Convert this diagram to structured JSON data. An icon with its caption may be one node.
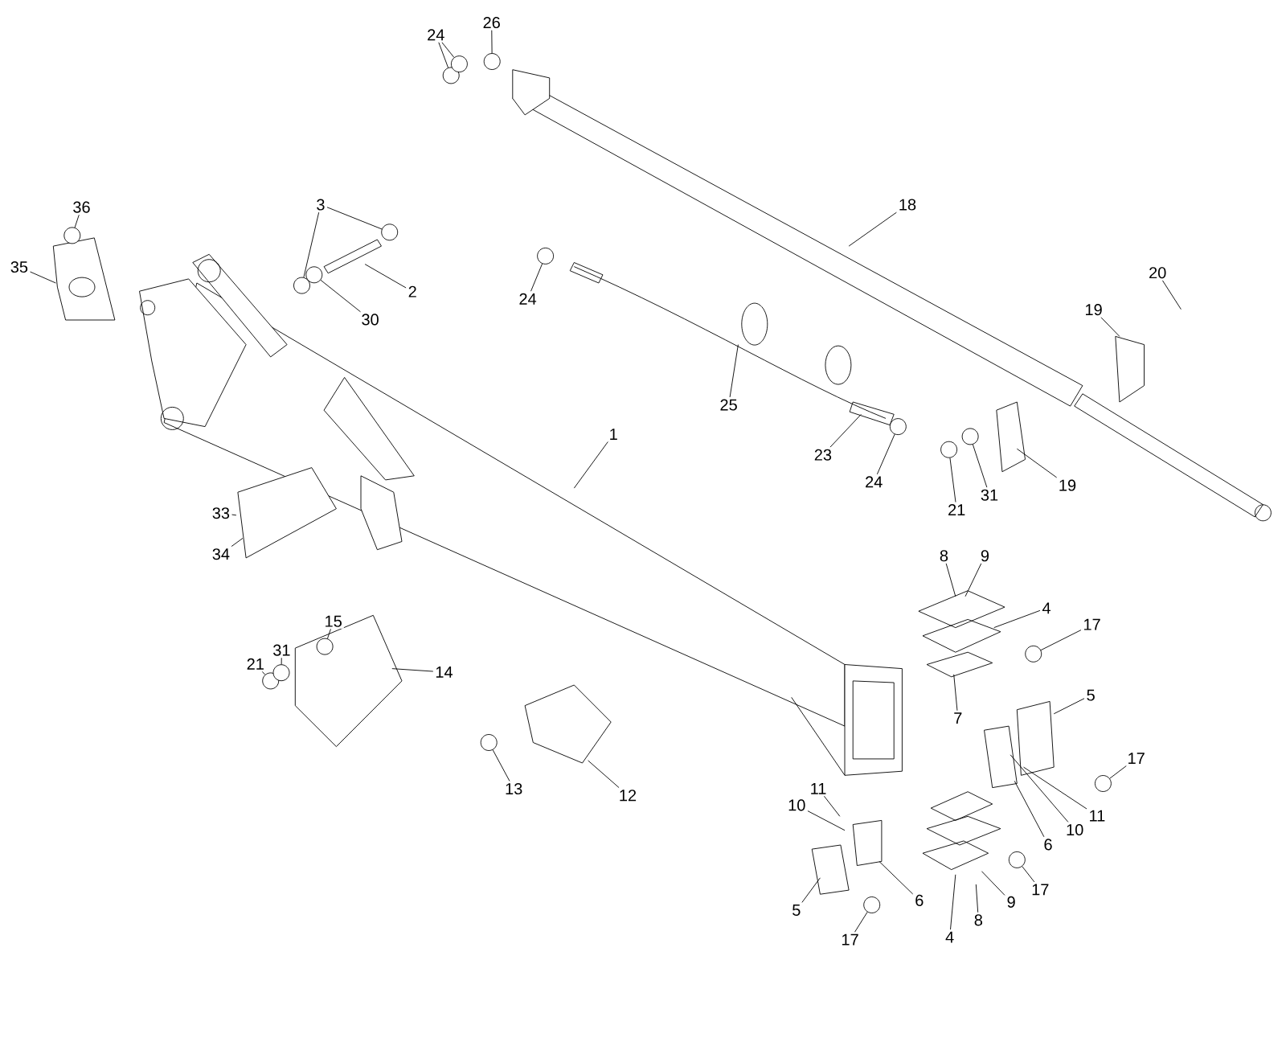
{
  "diagram": {
    "nodes": [
      {
        "text": [
          "26"
        ]
      },
      {
        "text": [
          "24"
        ]
      },
      {
        "text": [
          "36"
        ]
      },
      {
        "text": [
          "35"
        ]
      },
      {
        "text": [
          "3"
        ]
      },
      {
        "text": [
          "2"
        ]
      },
      {
        "text": [
          "30"
        ]
      },
      {
        "text": [
          "24"
        ]
      },
      {
        "text": [
          "18"
        ]
      },
      {
        "text": [
          "20"
        ]
      },
      {
        "text": [
          "19"
        ]
      },
      {
        "text": [
          "25"
        ]
      },
      {
        "text": [
          "1"
        ]
      },
      {
        "text": [
          "23"
        ]
      },
      {
        "text": [
          "24"
        ]
      },
      {
        "text": [
          "21"
        ]
      },
      {
        "text": [
          "31"
        ]
      },
      {
        "text": [
          "19"
        ]
      },
      {
        "text": [
          "33"
        ]
      },
      {
        "text": [
          "34"
        ]
      },
      {
        "text": [
          "8"
        ]
      },
      {
        "text": [
          "9"
        ]
      },
      {
        "text": [
          "4"
        ]
      },
      {
        "text": [
          "17"
        ]
      },
      {
        "text": [
          "15"
        ]
      },
      {
        "text": [
          "31"
        ]
      },
      {
        "text": [
          "21"
        ]
      },
      {
        "text": [
          "14"
        ]
      },
      {
        "text": [
          "5"
        ]
      },
      {
        "text": [
          "7"
        ]
      },
      {
        "text": [
          "17"
        ]
      },
      {
        "text": [
          "13"
        ]
      },
      {
        "text": [
          "12"
        ]
      },
      {
        "text": [
          "11"
        ]
      },
      {
        "text": [
          "10"
        ]
      },
      {
        "text": [
          "11"
        ]
      },
      {
        "text": [
          "10"
        ]
      },
      {
        "text": [
          "6"
        ]
      },
      {
        "text": [
          "17"
        ]
      },
      {
        "text": [
          "6"
        ]
      },
      {
        "text": [
          "5"
        ]
      },
      {
        "text": [
          "17"
        ]
      },
      {
        "text": [
          "9"
        ]
      },
      {
        "text": [
          "8"
        ]
      },
      {
        "text": [
          "4"
        ]
      },
      {
        "text": [],
        "shape": "circle"
      },
      {
        "text": [],
        "shape": "circle"
      },
      {
        "text": [],
        "shape": "circle"
      },
      {
        "text": [],
        "shape": "circle"
      },
      {
        "text": [],
        "shape": "circle"
      },
      {
        "text": [],
        "shape": "circle"
      },
      {
        "text": [],
        "shape": "circle"
      },
      {
        "text": [],
        "shape": "circle"
      },
      {
        "text": [],
        "shape": "circle"
      },
      {
        "text": [],
        "shape": "circle"
      },
      {
        "text": [],
        "shape": "circle"
      },
      {
        "text": [],
        "shape": "circle"
      },
      {
        "text": [],
        "shape": "circle"
      },
      {
        "text": [],
        "shape": "circle"
      },
      {
        "text": [],
        "shape": "circle"
      },
      {
        "text": [],
        "shape": "circle"
      },
      {
        "text": [],
        "shape": "circle"
      },
      {
        "text": [],
        "shape": "circle"
      },
      {
        "text": [],
        "shape": "circle"
      }
    ],
    "edges": [
      {
        "from": 0,
        "to": 55,
        "arrow": "none"
      },
      {
        "from": 1,
        "to": 53,
        "arrow": "none"
      },
      {
        "from": 1,
        "to": 52,
        "arrow": "none"
      },
      {
        "from": 2,
        "to": 45,
        "arrow": "none"
      },
      {
        "from": 3,
        "to": null,
        "arrow": "none"
      },
      {
        "from": 4,
        "to": 51,
        "arrow": "none"
      },
      {
        "from": 4,
        "to": 48,
        "arrow": "none"
      },
      {
        "from": 5,
        "to": null,
        "arrow": "none"
      },
      {
        "from": 6,
        "to": 49,
        "arrow": "none"
      },
      {
        "from": 7,
        "to": 56,
        "arrow": "none"
      },
      {
        "from": 8,
        "to": null,
        "arrow": "none"
      },
      {
        "from": 9,
        "to": null,
        "arrow": "none"
      },
      {
        "from": 10,
        "to": null,
        "arrow": "none"
      },
      {
        "from": 11,
        "to": null,
        "arrow": "none"
      },
      {
        "from": 12,
        "to": null,
        "arrow": "none"
      },
      {
        "from": 13,
        "to": null,
        "arrow": "none"
      },
      {
        "from": 14,
        "to": 58,
        "arrow": "none"
      },
      {
        "from": 15,
        "to": 59,
        "arrow": "none"
      },
      {
        "from": 16,
        "to": 60,
        "arrow": "none"
      },
      {
        "from": 17,
        "to": null,
        "arrow": "none"
      },
      {
        "from": 18,
        "to": null,
        "arrow": "none"
      },
      {
        "from": 19,
        "to": null,
        "arrow": "none"
      },
      {
        "from": 20,
        "to": null,
        "arrow": "none"
      },
      {
        "from": 21,
        "to": null,
        "arrow": "none"
      },
      {
        "from": 22,
        "to": null,
        "arrow": "none"
      },
      {
        "from": 23,
        "to": 62,
        "arrow": "none"
      },
      {
        "from": 24,
        "to": 50,
        "arrow": "none"
      },
      {
        "from": 25,
        "to": 47,
        "arrow": "none"
      },
      {
        "from": 26,
        "to": 46,
        "arrow": "none"
      },
      {
        "from": 27,
        "to": null,
        "arrow": "none"
      },
      {
        "from": 28,
        "to": null,
        "arrow": "none"
      },
      {
        "from": 29,
        "to": null,
        "arrow": "none"
      },
      {
        "from": 30,
        "to": 63,
        "arrow": "none"
      },
      {
        "from": 31,
        "to": 54,
        "arrow": "none"
      },
      {
        "from": 32,
        "to": null,
        "arrow": "none"
      },
      {
        "from": 33,
        "to": null,
        "arrow": "none"
      },
      {
        "from": 34,
        "to": null,
        "arrow": "none"
      },
      {
        "from": 35,
        "to": null,
        "arrow": "none"
      },
      {
        "from": 36,
        "to": null,
        "arrow": "none"
      },
      {
        "from": 37,
        "to": null,
        "arrow": "none"
      },
      {
        "from": 38,
        "to": 61,
        "arrow": "none"
      },
      {
        "from": 39,
        "to": null,
        "arrow": "none"
      },
      {
        "from": 40,
        "to": null,
        "arrow": "none"
      },
      {
        "from": 41,
        "to": 57,
        "arrow": "none"
      },
      {
        "from": 42,
        "to": null,
        "arrow": "none"
      },
      {
        "from": 43,
        "to": null,
        "arrow": "none"
      },
      {
        "from": 44,
        "to": null,
        "arrow": "none"
      }
    ]
  }
}
